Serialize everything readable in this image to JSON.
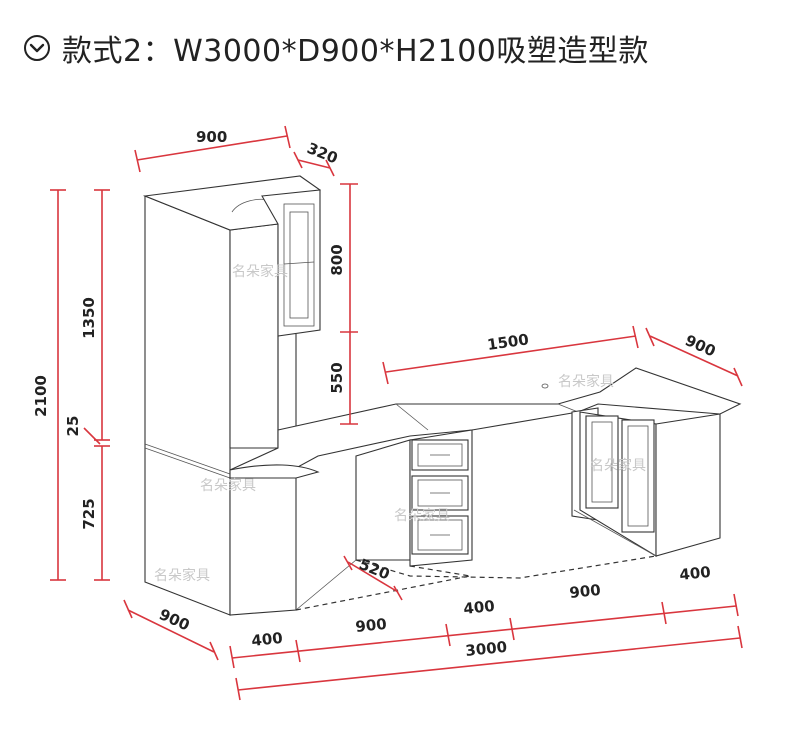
{
  "header": {
    "icon": "chevron-down-circle-icon",
    "title": "款式2：W3000*D900*H2100吸塑造型款"
  },
  "dimensions": {
    "top_width": "900",
    "top_depth": "320",
    "total_height": "2100",
    "upper_height": "1350",
    "gap": "25",
    "lower_height": "725",
    "cabinet_800": "800",
    "cabinet_550": "550",
    "desk_width": "1500",
    "desk_depth_right": "900",
    "drawer_depth": "520",
    "bottom_left_depth": "900",
    "seg_400_a": "400",
    "seg_900_a": "900",
    "seg_400_b": "400",
    "seg_900_b": "900",
    "seg_400_c": "400",
    "total_width": "3000"
  },
  "watermark": "名朵家具",
  "colors": {
    "dimension_line": "#d9363e",
    "outline": "#333333",
    "watermark": "#c8c8c8"
  }
}
